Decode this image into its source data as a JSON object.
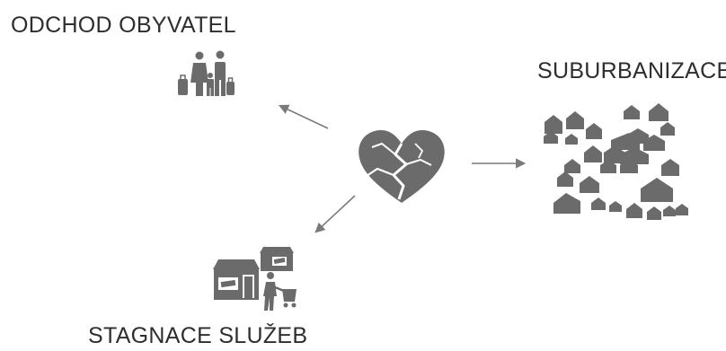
{
  "labels": {
    "emigration": "ODCHOD OBYVATEL",
    "suburbanization": "SUBURBANIZACE",
    "stagnation": "STAGNACE SLUŽEB"
  },
  "colors": {
    "icon": "#6b6b6b",
    "text": "#2e2e2e",
    "arrow": "#7a7a7a"
  },
  "icons": {
    "center": "broken-heart-icon",
    "emigration": "family-with-luggage-icon",
    "suburbanization": "houses-cluster-icon",
    "stagnation": "shops-and-shopper-icon"
  }
}
